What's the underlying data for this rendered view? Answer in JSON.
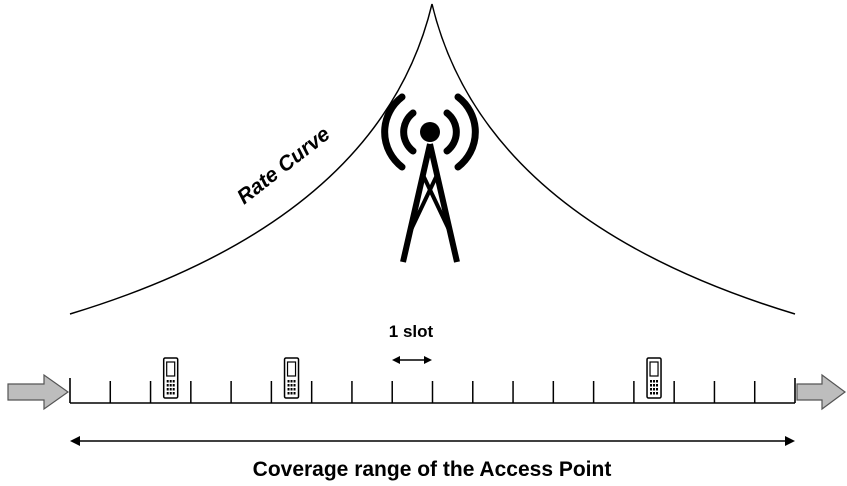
{
  "diagram": {
    "rate_curve_label": "Rate Curve",
    "slot_label": "1 slot",
    "coverage_label": "Coverage range of the Access Point",
    "slot_count": 18,
    "devices_in_slots": [
      2,
      5,
      14
    ],
    "icons": {
      "access_point": "radio-tower-icon",
      "device": "mobile-phone-icon",
      "arrow_in": "arrow-right-icon",
      "arrow_out": "arrow-right-icon"
    },
    "colors": {
      "line": "#000000",
      "arrow_fill": "#bdbdbd",
      "arrow_stroke": "#555555"
    }
  }
}
